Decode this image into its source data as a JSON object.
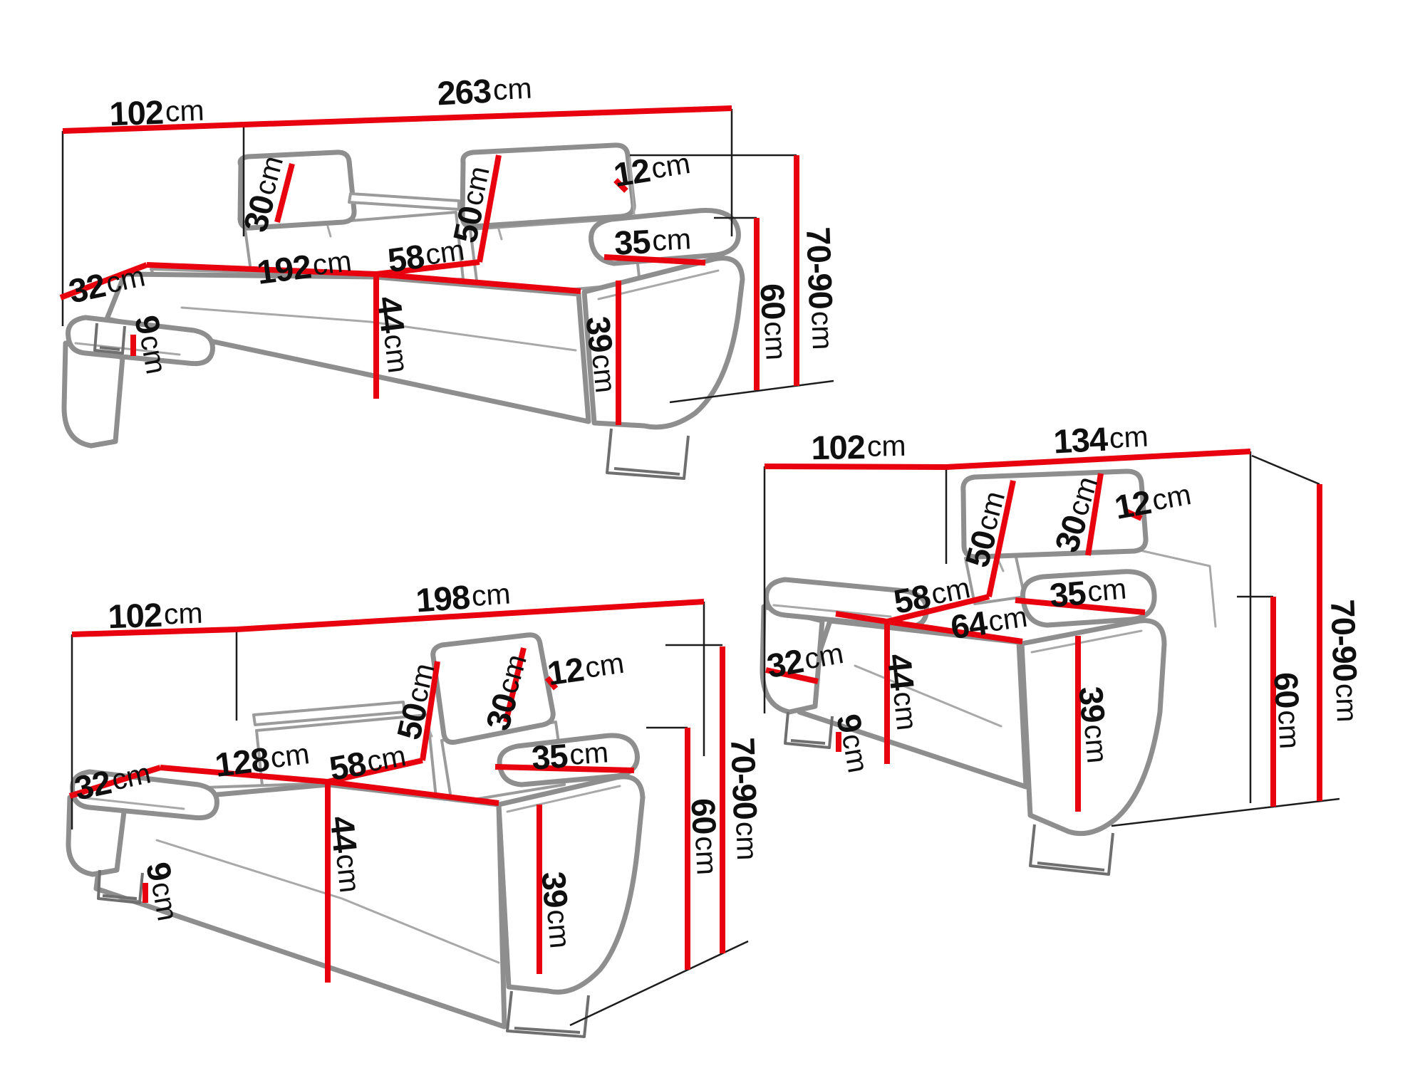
{
  "diagram": {
    "unit_suffix": "cm",
    "colors": {
      "dimension_red": "#e8000f",
      "furniture_gray": "#8e8e8e",
      "reference_black": "#1c1c1c",
      "label_black": "#0f0f0f",
      "background": "#ffffff"
    },
    "items": [
      {
        "name": "three-seater-sofa",
        "labels": [
          {
            "id": "overall-depth",
            "v": "102",
            "u": "cm"
          },
          {
            "id": "overall-width",
            "v": "263",
            "u": "cm"
          },
          {
            "id": "headrest-height",
            "v": "30",
            "u": "cm"
          },
          {
            "id": "backrest-height",
            "v": "50",
            "u": "cm"
          },
          {
            "id": "headrest-thickness",
            "v": "12",
            "u": "cm"
          },
          {
            "id": "seat-width",
            "v": "192",
            "u": "cm"
          },
          {
            "id": "seat-depth",
            "v": "58",
            "u": "cm"
          },
          {
            "id": "armrest-width",
            "v": "35",
            "u": "cm"
          },
          {
            "id": "armrest-side-depth",
            "v": "32",
            "u": "cm"
          },
          {
            "id": "leg-height",
            "v": "9",
            "u": "cm"
          },
          {
            "id": "seat-height",
            "v": "44",
            "u": "cm"
          },
          {
            "id": "armrest-front-height",
            "v": "39",
            "u": "cm"
          },
          {
            "id": "armrest-height",
            "v": "60",
            "u": "cm"
          },
          {
            "id": "overall-height",
            "v": "70-90",
            "u": "cm"
          }
        ]
      },
      {
        "name": "two-seater-sofa",
        "labels": [
          {
            "id": "overall-depth",
            "v": "102",
            "u": "cm"
          },
          {
            "id": "overall-width",
            "v": "198",
            "u": "cm"
          },
          {
            "id": "headrest-height",
            "v": "30",
            "u": "cm"
          },
          {
            "id": "backrest-height",
            "v": "50",
            "u": "cm"
          },
          {
            "id": "headrest-thickness",
            "v": "12",
            "u": "cm"
          },
          {
            "id": "seat-width",
            "v": "128",
            "u": "cm"
          },
          {
            "id": "seat-depth",
            "v": "58",
            "u": "cm"
          },
          {
            "id": "armrest-width",
            "v": "35",
            "u": "cm"
          },
          {
            "id": "armrest-side-depth",
            "v": "32",
            "u": "cm"
          },
          {
            "id": "leg-height",
            "v": "9",
            "u": "cm"
          },
          {
            "id": "seat-height",
            "v": "44",
            "u": "cm"
          },
          {
            "id": "armrest-front-height",
            "v": "39",
            "u": "cm"
          },
          {
            "id": "armrest-height",
            "v": "60",
            "u": "cm"
          },
          {
            "id": "overall-height",
            "v": "70-90",
            "u": "cm"
          }
        ]
      },
      {
        "name": "armchair",
        "labels": [
          {
            "id": "overall-depth",
            "v": "102",
            "u": "cm"
          },
          {
            "id": "overall-width",
            "v": "134",
            "u": "cm"
          },
          {
            "id": "headrest-height",
            "v": "30",
            "u": "cm"
          },
          {
            "id": "backrest-height",
            "v": "50",
            "u": "cm"
          },
          {
            "id": "headrest-thickness",
            "v": "12",
            "u": "cm"
          },
          {
            "id": "seat-width",
            "v": "64",
            "u": "cm"
          },
          {
            "id": "seat-depth",
            "v": "58",
            "u": "cm"
          },
          {
            "id": "armrest-width",
            "v": "35",
            "u": "cm"
          },
          {
            "id": "armrest-side-depth",
            "v": "32",
            "u": "cm"
          },
          {
            "id": "leg-height",
            "v": "9",
            "u": "cm"
          },
          {
            "id": "seat-height",
            "v": "44",
            "u": "cm"
          },
          {
            "id": "armrest-front-height",
            "v": "39",
            "u": "cm"
          },
          {
            "id": "armrest-height",
            "v": "60",
            "u": "cm"
          },
          {
            "id": "overall-height",
            "v": "70-90",
            "u": "cm"
          }
        ]
      }
    ]
  }
}
